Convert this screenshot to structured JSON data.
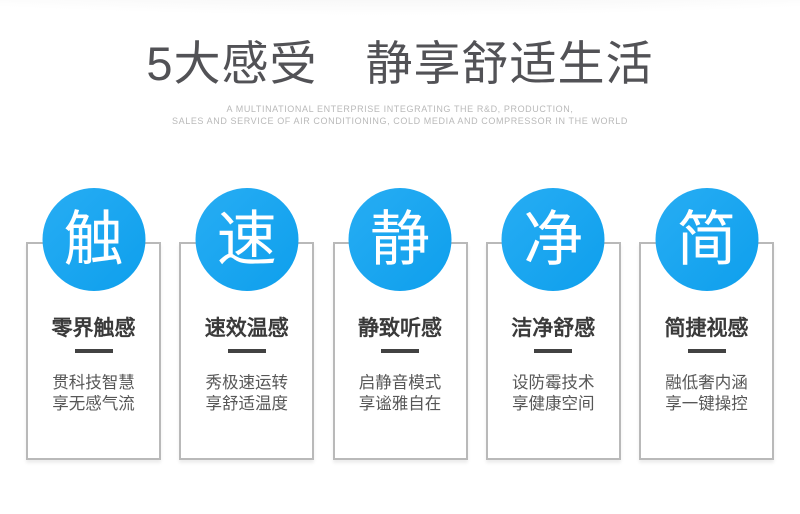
{
  "header": {
    "title": "5大感受　静享舒适生活",
    "subtitle_line1": "A MULTINATIONAL ENTERPRISE INTEGRATING THE R&D, PRODUCTION,",
    "subtitle_line2": "SALES AND SERVICE OF AIR CONDITIONING, COLD MEDIA AND COMPRESSOR IN THE WORLD"
  },
  "colors": {
    "accent_blue": "#14a5f0",
    "heading_gray": "#525256",
    "card_border_gray": "#b9b9b9",
    "card_title_dark": "#3a3a3a",
    "body_text_gray": "#575757",
    "subtitle_gray": "#b9b9b9"
  },
  "features": [
    {
      "badge": "触",
      "title": "零界触感",
      "line1": "贯科技智慧",
      "line2": "享无感气流"
    },
    {
      "badge": "速",
      "title": "速效温感",
      "line1": "秀极速运转",
      "line2": "享舒适温度"
    },
    {
      "badge": "静",
      "title": "静致听感",
      "line1": "启静音模式",
      "line2": "享谧雅自在"
    },
    {
      "badge": "净",
      "title": "洁净舒感",
      "line1": "设防霉技术",
      "line2": "享健康空间"
    },
    {
      "badge": "简",
      "title": "简捷视感",
      "line1": "融低奢内涵",
      "line2": "享一键操控"
    }
  ]
}
